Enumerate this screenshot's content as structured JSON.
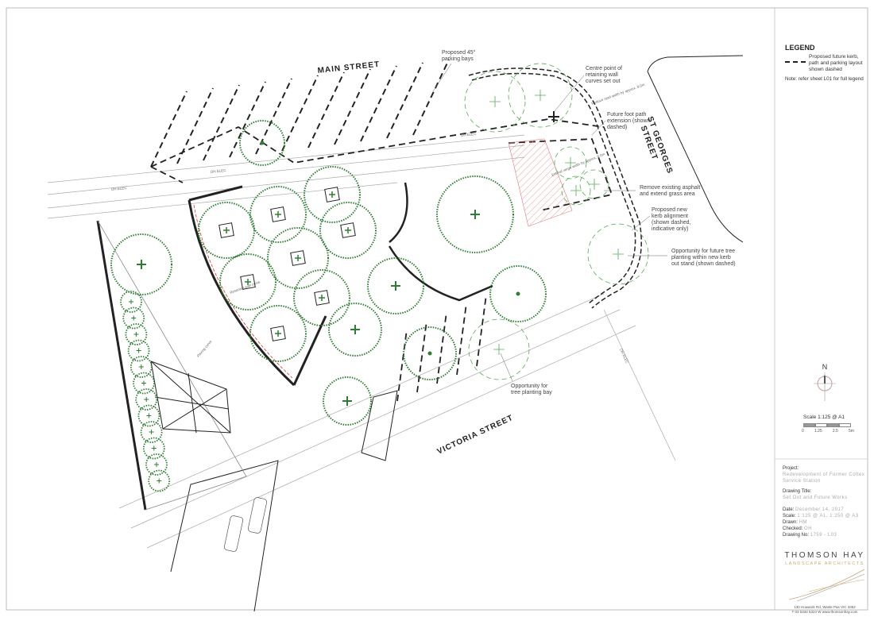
{
  "streets": {
    "main": "MAIN STREET",
    "st_georges_line1": "ST GEORGES",
    "st_georges_line2": "STREET",
    "victoria": "VICTORIA STREET"
  },
  "annotations": {
    "parking_bays": [
      "Proposed 45°",
      "parking bays"
    ],
    "centre_point": [
      "Centre point of",
      "retaining wall",
      "curves set out"
    ],
    "foot_path": [
      "Future foot path",
      "extension (shown",
      "dashed)"
    ],
    "remove_asphalt": [
      "Remove existing asphalt",
      "and extend grass area"
    ],
    "new_kerb": [
      "Proposed new",
      "kerb alignment",
      "(shown dashed,",
      "indicative only)"
    ],
    "future_tree": [
      "Opportunity for future tree",
      "planting within new kerb",
      "out stand (shown dashed)"
    ],
    "tree_bay": [
      "Opportunity for",
      "tree planting bay"
    ],
    "reduce_road": "Reduce road width by approx. 8.0m",
    "extend_verge": "Extend verge width by approx. 8.0m",
    "oh_elec": "OH ELEC",
    "retaining_wall": "Retaining wall curve",
    "paving_curve": "Paving curve"
  },
  "legend": {
    "title": "LEGEND",
    "dashed_item": "Proposed future kerb, path and parking layout shown dashed",
    "note": "Note: refer sheet L01 for full legend"
  },
  "north_arrow": {
    "label": "N"
  },
  "scale": {
    "label": "Scale 1:125 @ A1",
    "ticks": [
      "0",
      "1.25",
      "2.5",
      "5m"
    ]
  },
  "title_block": {
    "project_label": "Project:",
    "project_value": "Redevelopment of Former Coltex Service Station",
    "drawing_title_label": "Drawing Title:",
    "drawing_title_value": "Set Out and Future Works",
    "date_label": "Date:",
    "date_value": "December 14, 2017",
    "scale_label": "Scale:",
    "scale_value": "1:125 @ A1, 1:250 @ A3",
    "drawn_label": "Drawn:",
    "drawn_value": "HM",
    "checked_label": "Checked:",
    "checked_value": "OH",
    "drawing_no_label": "Drawing No:",
    "drawing_no_value": "1759 - L03"
  },
  "company": {
    "name": "THOMSON HAY",
    "subtitle": "LANDSCAPE ARCHITECTS",
    "address": "130 Howards Rd, Waste Pas VIC 3352",
    "contact": "T 03 5334 5324   W www.thomsonhay.com"
  },
  "colors": {
    "tree": "#2e7d32",
    "linework": "#222222",
    "hatch": "#e07a7a",
    "accent": "#c9a878"
  }
}
